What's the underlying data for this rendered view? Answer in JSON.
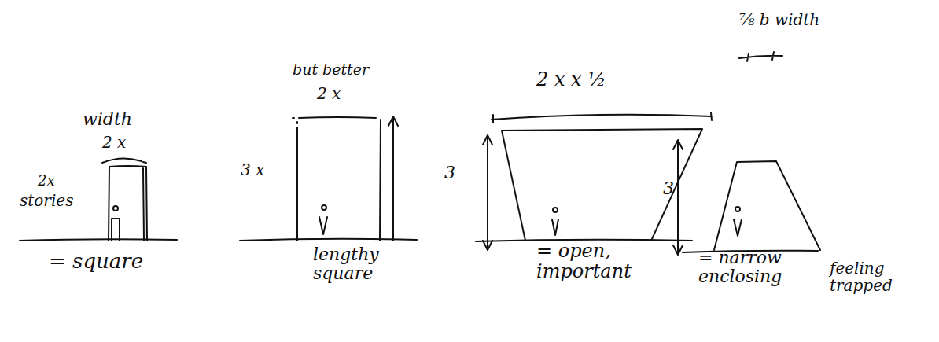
{
  "diagram": {
    "labels": [
      "width",
      "2 x",
      "2x",
      "stories",
      "= square",
      "but better",
      "2 x",
      "3 x",
      "lengthy square",
      "2 x x ½",
      "3",
      "= open, important",
      "⅞ b width",
      "3",
      "= narrow enclosing",
      "feeling trapped"
    ]
  }
}
